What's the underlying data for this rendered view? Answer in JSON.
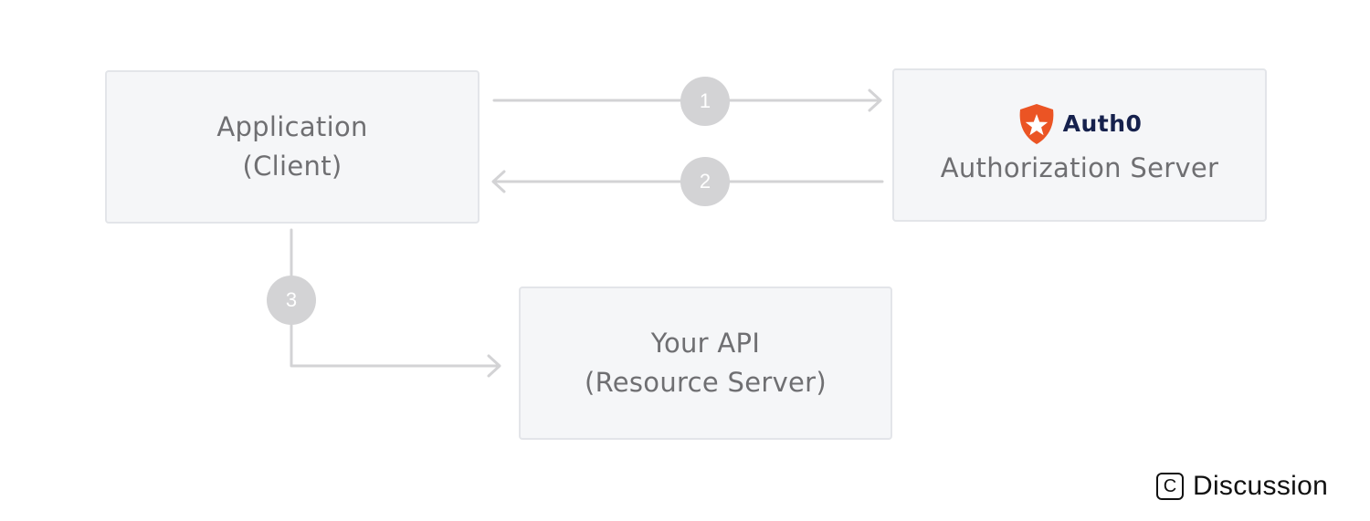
{
  "nodes": {
    "application": {
      "line1": "Application",
      "line2": "(Client)"
    },
    "authorization_server": {
      "brand": "Auth0",
      "line1": "Authorization Server"
    },
    "api": {
      "line1": "Your API",
      "line2": "(Resource Server)"
    }
  },
  "steps": [
    "1",
    "2",
    "3"
  ],
  "watermark": {
    "icon_glyph": "C",
    "text": "Discussion"
  },
  "colors": {
    "box_fill": "#f5f6f8",
    "box_border": "#e3e5e9",
    "connector": "#d3d3d5",
    "step_circle": "#d3d3d5",
    "label_text": "#6f6f72",
    "auth0_orange": "#eb5424",
    "auth0_navy": "#16214d"
  },
  "icons": {
    "auth0_logo": "auth0-shield-star-icon",
    "watermark": "discussion-c-icon"
  }
}
